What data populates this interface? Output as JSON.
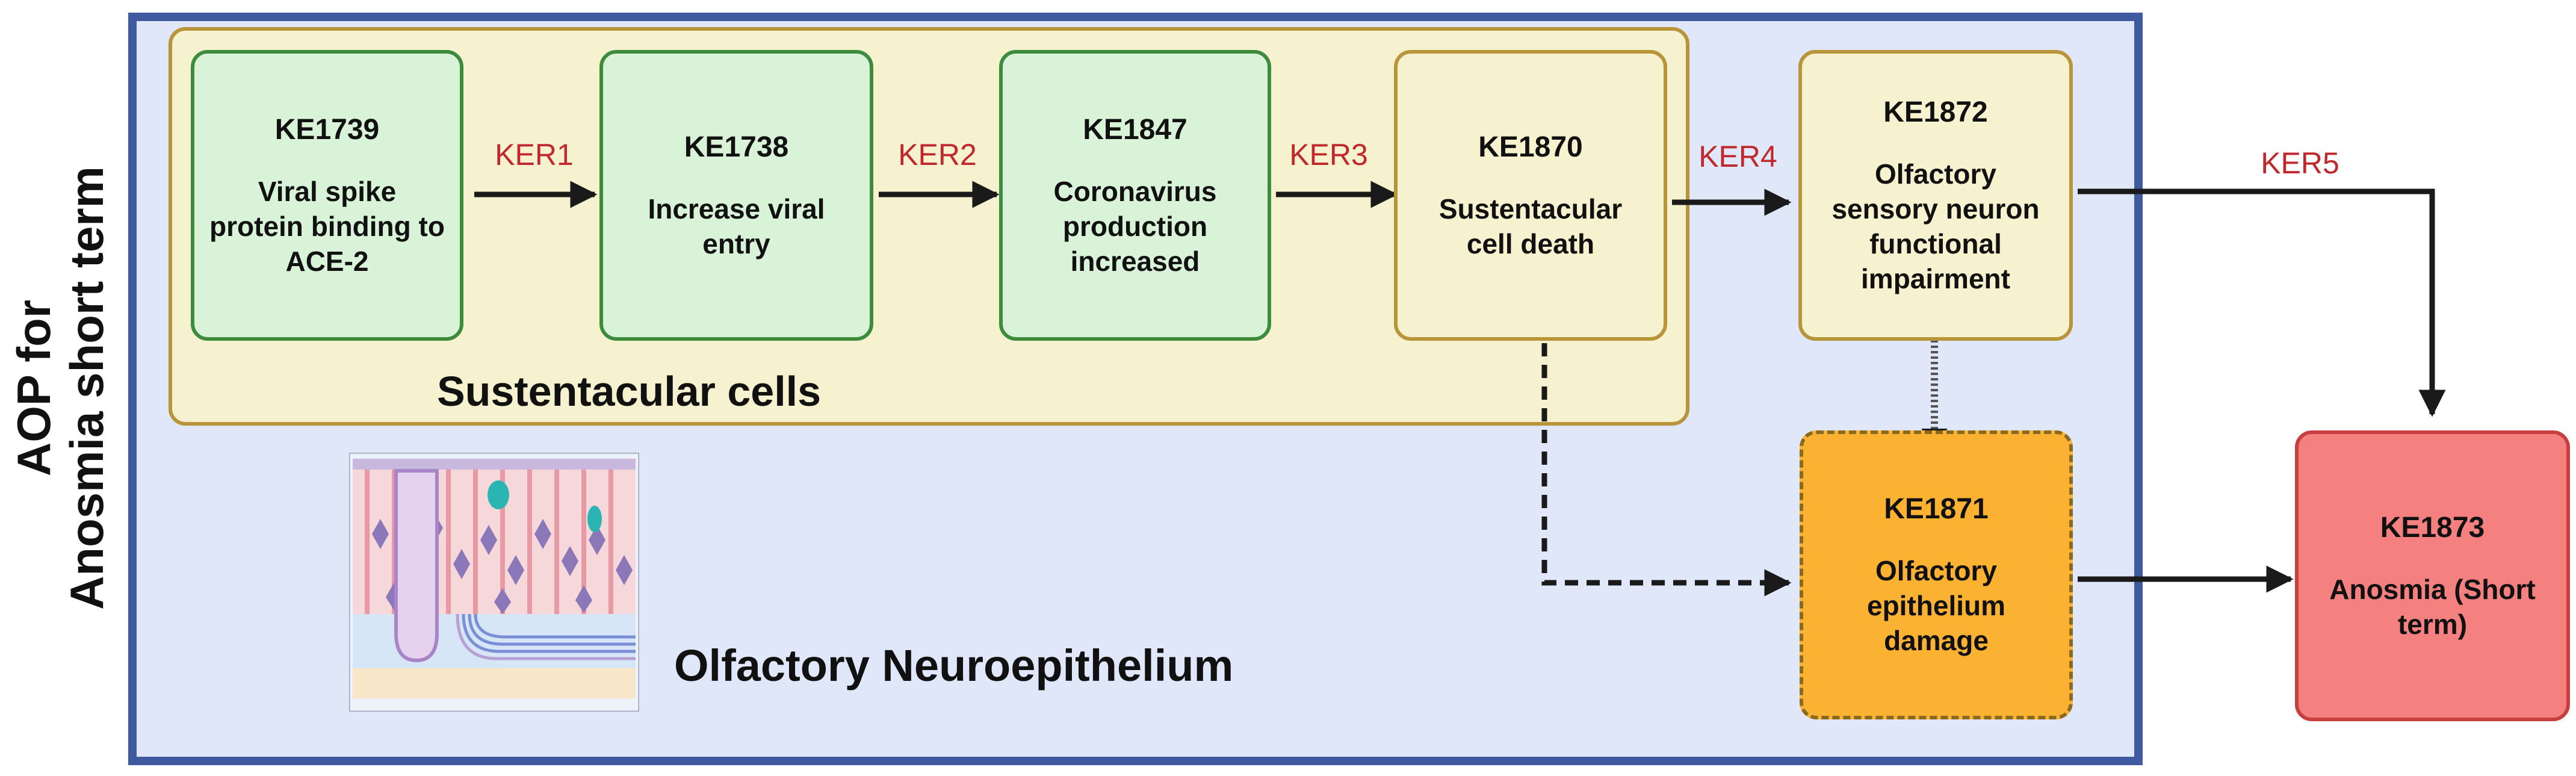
{
  "side_title": {
    "line1": "AOP for",
    "line2": "Anosmia short term"
  },
  "groups": {
    "sustentacular_label": "Sustentacular cells",
    "neuroepithelium_label": "Olfactory Neuroepithelium"
  },
  "events": [
    {
      "id": "KE1739",
      "text": "Viral spike protein binding to ACE-2"
    },
    {
      "id": "KE1738",
      "text": "Increase viral entry"
    },
    {
      "id": "KE1847",
      "text": "Coronavirus production increased"
    },
    {
      "id": "KE1870",
      "text": "Sustentacular cell death"
    },
    {
      "id": "KE1872",
      "text": "Olfactory sensory neuron functional impairment"
    },
    {
      "id": "KE1871",
      "text": "Olfactory epithelium damage"
    },
    {
      "id": "KE1873",
      "text": "Anosmia (Short term)"
    }
  ],
  "relationships": [
    "KER1",
    "KER2",
    "KER3",
    "KER4",
    "KER5"
  ],
  "colors": {
    "frame": "#3f5a9e",
    "frame_fill": "#dfe7f8",
    "green_fill": "#d8f3d8",
    "green_border": "#3d8b3d",
    "yellow_fill": "#f6f1cf",
    "yellow_border": "#b8943a",
    "orange_fill": "#fbb132",
    "red_fill": "#f58080",
    "ker_text": "#c0282b"
  }
}
